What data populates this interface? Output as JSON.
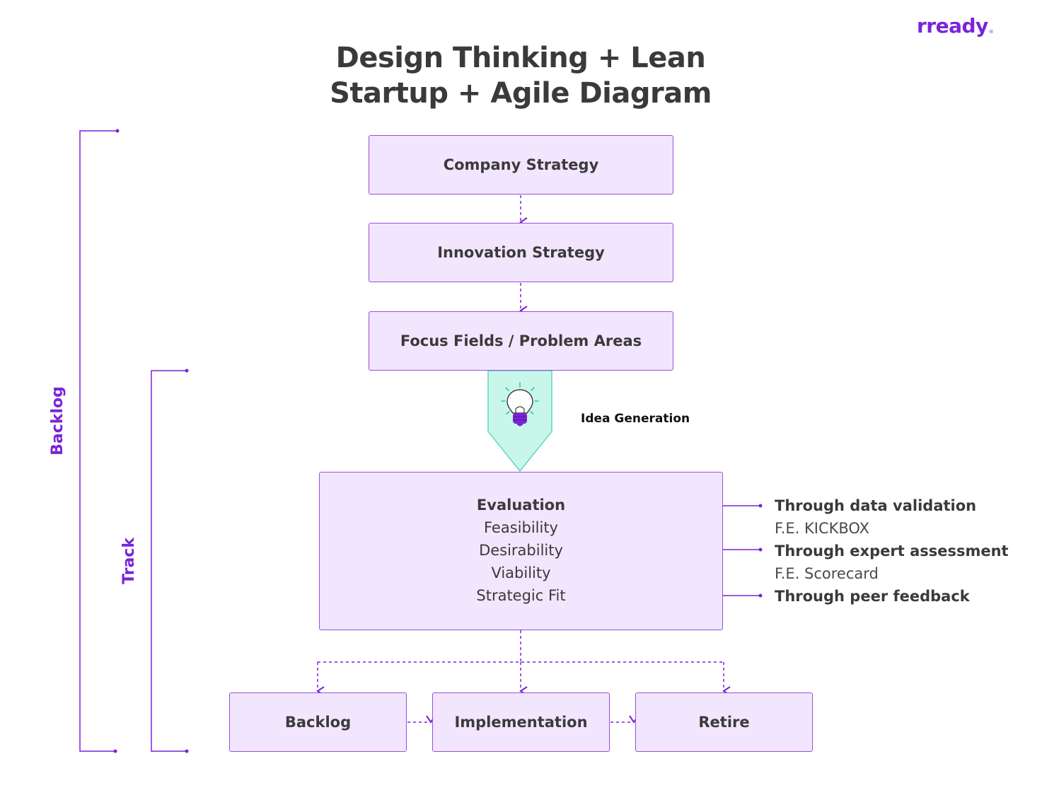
{
  "brand": {
    "logo": "rready"
  },
  "title": {
    "line1": "Design Thinking + Lean",
    "line2": "Startup + Agile Diagram"
  },
  "colors": {
    "accent": "#7a24d8",
    "box_fill": "#f1e6fd",
    "box_border": "#9a4fdc",
    "idea_fill": "#c8f7ea",
    "idea_border": "#5ed8c0"
  },
  "brackets": {
    "outer": "Backlog",
    "inner": "Track"
  },
  "flow": {
    "company_strategy": "Company Strategy",
    "innovation_strategy": "Innovation Strategy",
    "focus_fields": "Focus Fields / Problem Areas",
    "idea_generation": "Idea Generation",
    "idea_icon": "lightbulb-icon"
  },
  "evaluation": {
    "heading": "Evaluation",
    "criteria": [
      "Feasibility",
      "Desirability",
      "Viability",
      "Strategic Fit"
    ]
  },
  "methods": [
    {
      "label": "Through data validation",
      "tool": "F.E. KICKBOX"
    },
    {
      "label": "Through expert assessment",
      "tool": "F.E. Scorecard"
    },
    {
      "label": "Through peer feedback",
      "tool": ""
    }
  ],
  "outcomes": [
    "Backlog",
    "Implementation",
    "Retire"
  ]
}
